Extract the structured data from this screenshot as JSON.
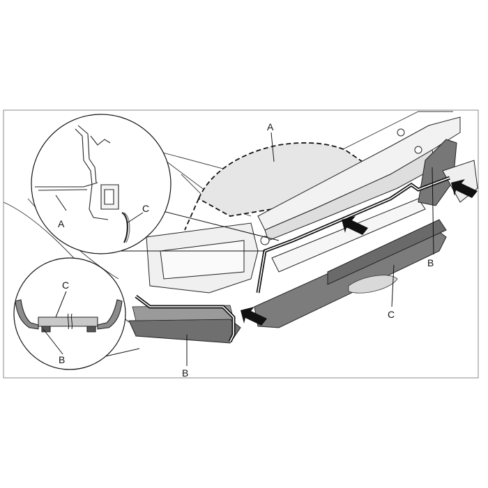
{
  "diagram": {
    "callouts": {
      "main_a": "A",
      "main_b_right": "B",
      "main_b_bottom": "B",
      "main_c": "C",
      "detail_top_a": "A",
      "detail_top_c": "C",
      "detail_bottom_c": "C",
      "detail_bottom_b": "B"
    },
    "icons": [
      "push-arrow-icon"
    ],
    "colors": {
      "line": "#1a1a1a",
      "panel_fill": "#e9e9e9",
      "shade_dark": "#6e6e6e",
      "shade_mid": "#8a8a8a",
      "shade_light": "#c8c8c8"
    }
  }
}
